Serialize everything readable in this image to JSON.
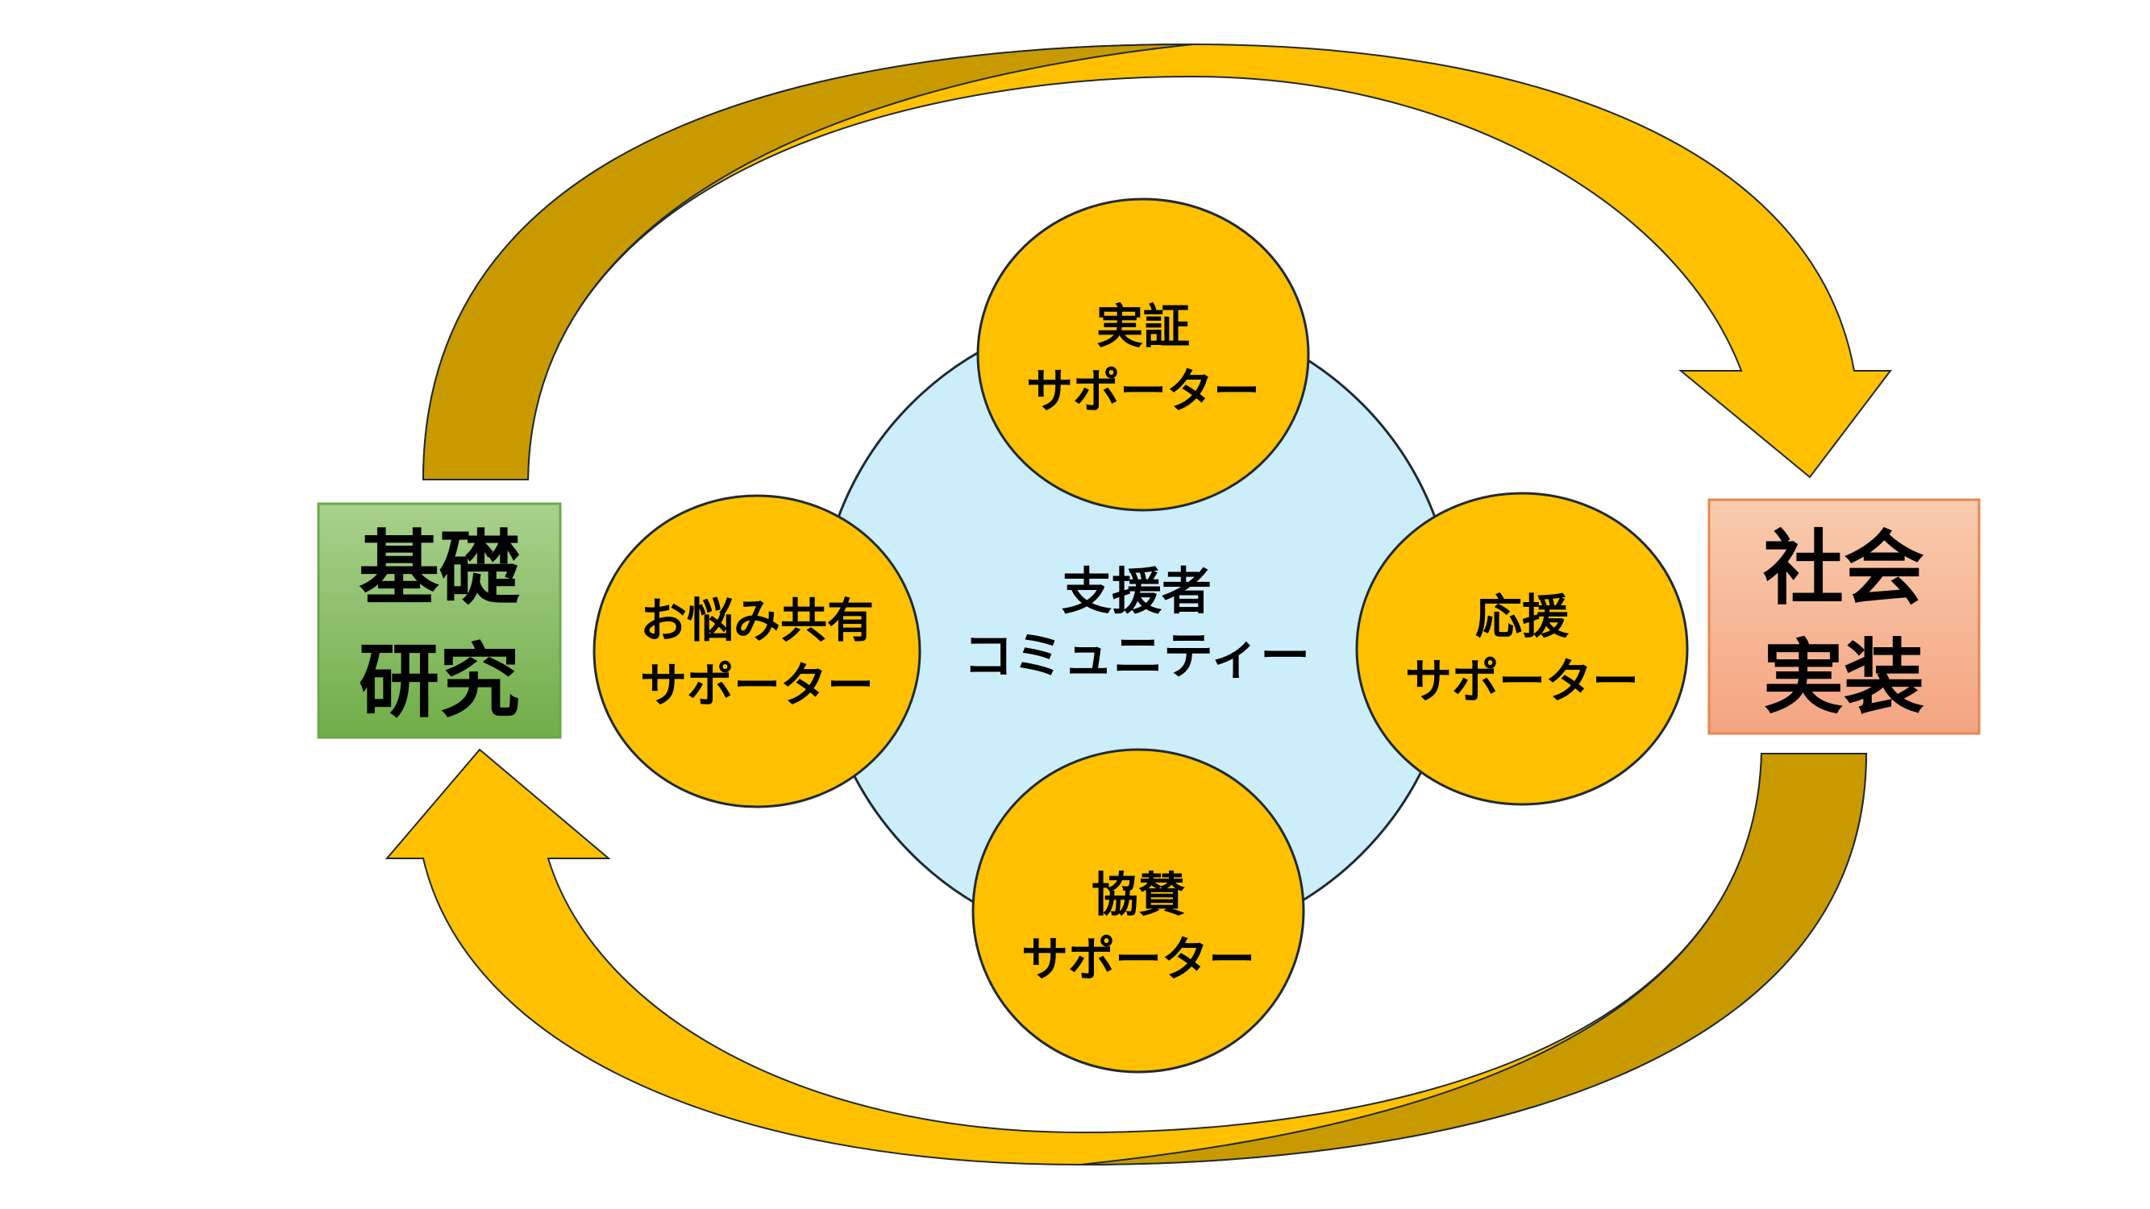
{
  "center": {
    "lines": [
      "支援者",
      "コミュニティー"
    ]
  },
  "supporters": {
    "top": {
      "lines": [
        "実証",
        "サポーター"
      ]
    },
    "left": {
      "lines": [
        "お悩み共有",
        "サポーター"
      ]
    },
    "right": {
      "lines": [
        "応援",
        "サポーター"
      ]
    },
    "bottom": {
      "lines": [
        "協賛",
        "サポーター"
      ]
    }
  },
  "boxes": {
    "left": {
      "lines": [
        "基礎",
        "研究"
      ]
    },
    "right": {
      "lines": [
        "社会",
        "実装"
      ]
    }
  },
  "colors": {
    "arrow": "#FFC000",
    "arrow_dark": "#C99A00",
    "arrow_outline": "#1F2A33",
    "supporter_fill": "#FFC000",
    "community_fill": "#CCEEFA",
    "left_box_gradient": [
      "#A9D18E",
      "#70AD47"
    ],
    "right_box_gradient": [
      "#F8CBAD",
      "#F4A582"
    ]
  }
}
